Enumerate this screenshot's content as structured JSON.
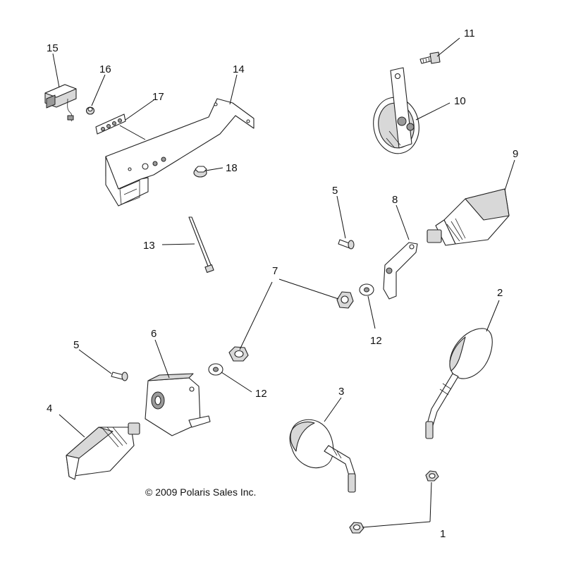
{
  "copyright": "© 2009 Polaris Sales Inc.",
  "callouts": [
    {
      "id": "1",
      "text": "1"
    },
    {
      "id": "2",
      "text": "2"
    },
    {
      "id": "3",
      "text": "3"
    },
    {
      "id": "4",
      "text": "4"
    },
    {
      "id": "5a",
      "text": "5"
    },
    {
      "id": "5b",
      "text": "5"
    },
    {
      "id": "6",
      "text": "6"
    },
    {
      "id": "7",
      "text": "7"
    },
    {
      "id": "8",
      "text": "8"
    },
    {
      "id": "9",
      "text": "9"
    },
    {
      "id": "10",
      "text": "10"
    },
    {
      "id": "11",
      "text": "11"
    },
    {
      "id": "12a",
      "text": "12"
    },
    {
      "id": "12b",
      "text": "12"
    },
    {
      "id": "13",
      "text": "13"
    },
    {
      "id": "14",
      "text": "14"
    },
    {
      "id": "15",
      "text": "15"
    },
    {
      "id": "16",
      "text": "16"
    },
    {
      "id": "17",
      "text": "17"
    },
    {
      "id": "18",
      "text": "18"
    }
  ]
}
